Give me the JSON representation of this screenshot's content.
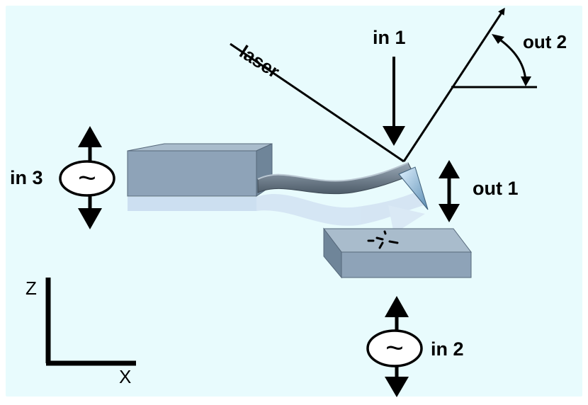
{
  "colors": {
    "background": "#e8fbfd",
    "block_top": "#a9bccc",
    "block_front": "#8ea3b8",
    "block_side": "#6f8599",
    "cantilever": "#5f6e7b",
    "shadow": "#c8dcf0",
    "tip": "#7fa9c8",
    "line": "#000000"
  },
  "labels": {
    "laser": "laser",
    "in1": "in 1",
    "in2": "in 2",
    "in3": "in 3",
    "out1": "out 1",
    "out2": "out 2",
    "z": "Z",
    "x": "X",
    "oscillator_symbol": "~"
  }
}
